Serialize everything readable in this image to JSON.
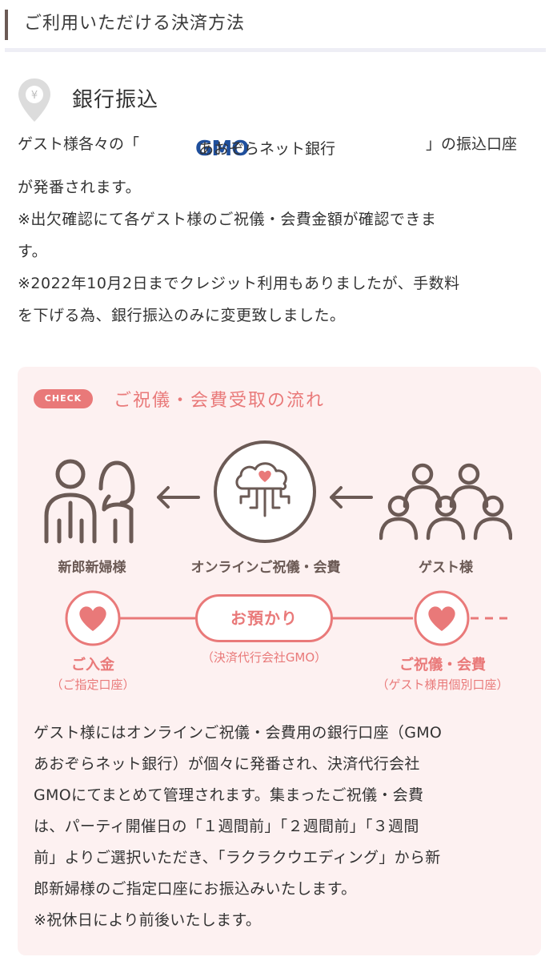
{
  "header": {
    "title": "ご利用いただける決済方法"
  },
  "method": {
    "icon": "yen-location-pin-icon",
    "title": "銀行振込",
    "line1_prefix": "ゲスト様各々の「",
    "bank_logo_gmo": "GMO",
    "bank_logo_name": "あおぞらネット銀行",
    "line1_suffix": "」の振込口座",
    "lines": [
      "が発番されます。",
      "※出欠確認にて各ゲスト様のご祝儀・会費金額が確認できま",
      "す。",
      "※2022年10月2日までクレジット利用もありましたが、手数料",
      "を下げる為、銀行振込のみに変更致しました。"
    ]
  },
  "flow": {
    "badge": "CHECK",
    "title": "ご祝儀・会費受取の流れ",
    "figures": {
      "couple": "新郎新婦様",
      "online": "オンラインご祝儀・会費",
      "guests": "ゲスト様"
    },
    "timeline": {
      "left_main": "ご入金",
      "left_sub": "（ご指定口座）",
      "center_pill": "お預かり",
      "center_sub": "（決済代行会社GMO）",
      "right_main": "ご祝儀・会費",
      "right_sub": "（ゲスト様用個別口座）"
    },
    "body_lines": [
      "ゲスト様にはオンラインご祝儀・会費用の銀行口座（GMO",
      "あおぞらネット銀行）が個々に発番され、決済代行会社",
      "GMOにてまとめて管理されます。集まったご祝儀・会費",
      "は、パーティ開催日の「１週間前」「２週間前」「３週間",
      "前」よりご選択いただき、「ラクラクウエディング」から新",
      "郎新婦様のご指定口座にお振込みいたします。",
      "※祝休日により前後いたします。"
    ]
  },
  "colors": {
    "accent": "#e97979",
    "brown": "#6b5a55",
    "panel": "#fdf1f1",
    "gmo_blue": "#1f4f9c"
  }
}
